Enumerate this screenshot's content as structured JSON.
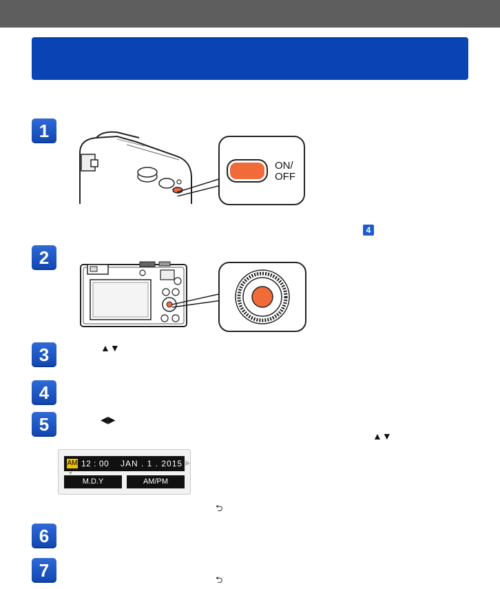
{
  "steps": [
    "1",
    "2",
    "3",
    "4",
    "5",
    "6",
    "7"
  ],
  "callouts": {
    "power_label": "ON/\nOFF"
  },
  "icons": {
    "ref_step": "4",
    "up_down": "▲▼",
    "left_right": "◀▶",
    "back": "⮌"
  },
  "date_screen": {
    "am_tag": "AM",
    "time": "12 : 00",
    "date": "JAN  .  1  .  2015",
    "option_1": "M.D.Y",
    "option_2": "AM/PM"
  },
  "colors": {
    "topbar": "#5e5e5e",
    "banner": "#0a44b4",
    "step_badge": "#1f5ccc",
    "button_orange": "#f06a3a"
  }
}
